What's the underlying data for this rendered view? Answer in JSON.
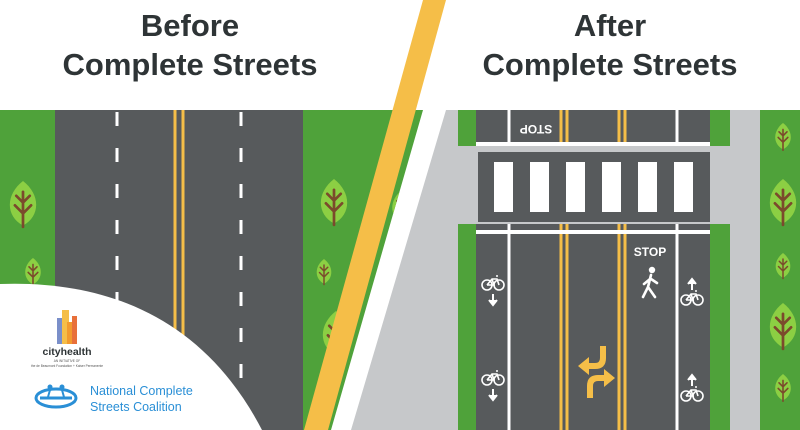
{
  "titles": {
    "before": {
      "line1": "Before",
      "line2": "Complete Streets"
    },
    "after": {
      "line1": "After",
      "line2": "Complete Streets"
    }
  },
  "road_markings": {
    "stop_top": "STOP",
    "stop_bottom": "STOP"
  },
  "logos": {
    "cityhealth": {
      "name": "cityhealth",
      "tagline_line1": "AN INITIATIVE OF",
      "tagline_line2": "the de Beaumont Foundation + Kaiser Permanente"
    },
    "ncsc": {
      "line1": "National Complete",
      "line2": "Streets Coalition"
    }
  },
  "colors": {
    "title": "#2e3436",
    "asphalt": "#575a5c",
    "grass": "#4fa23a",
    "sidewalk": "#c6c8ca",
    "center_line": "#f5be48",
    "divider_stripe": "#f5be48",
    "tree_light": "#8ccf43",
    "tree_stem": "#7b4a2c",
    "ncsc_blue": "#2a8fd6",
    "cityhealth_orange": "#f29a2e"
  },
  "icons": [
    "deciduous-tree-icon",
    "bicycle-icon",
    "pedestrian-icon",
    "turn-arrow-icon",
    "up-arrow-icon",
    "down-arrow-icon"
  ]
}
